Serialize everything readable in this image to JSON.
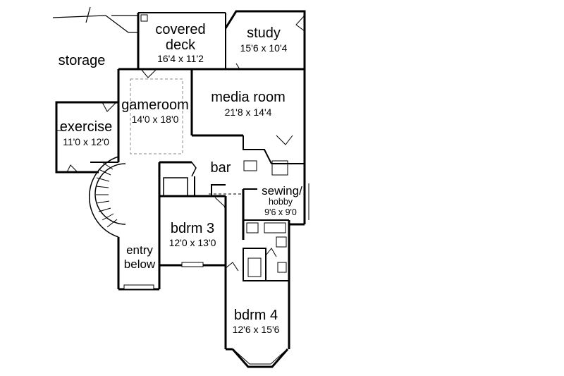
{
  "rooms": {
    "covered_deck": {
      "name_line1": "covered",
      "name_line2": "deck",
      "dims": "16'4 x 11'2"
    },
    "study": {
      "name": "study",
      "dims": "15'6 x 10'4"
    },
    "storage": {
      "name": "storage"
    },
    "gameroom": {
      "name": "gameroom",
      "dims": "14'0 x 18'0"
    },
    "media_room": {
      "name": "media room",
      "dims": "21'8 x 14'4"
    },
    "exercise": {
      "name": "exercise",
      "dims": "11'0 x 12'0"
    },
    "bar": {
      "name": "bar"
    },
    "sewing_hobby": {
      "name_line1": "sewing/",
      "name_line2": "hobby",
      "dims": "9'6 x 9'0"
    },
    "bdrm3": {
      "name": "bdrm 3",
      "dims": "12'0 x 13'0"
    },
    "entry_below": {
      "name_line1": "entry",
      "name_line2": "below"
    },
    "bdrm4": {
      "name": "bdrm 4",
      "dims": "12'6 x 15'6"
    }
  }
}
